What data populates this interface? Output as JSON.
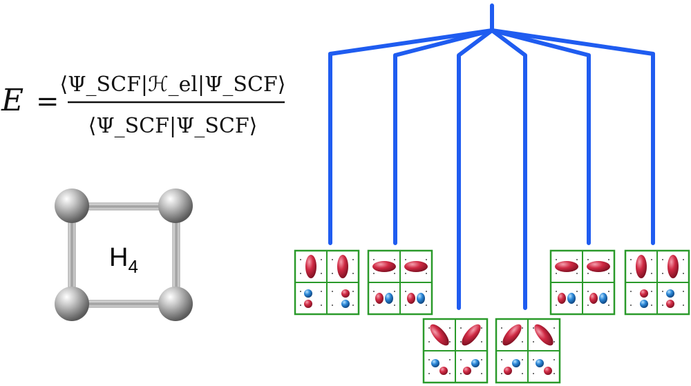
{
  "equation": {
    "lhs": "E",
    "equals": "=",
    "numerator": "⟨Ψ_SCF|ℋ_el|Ψ_SCF⟩",
    "denominator": "⟨Ψ_SCF|Ψ_SCF⟩"
  },
  "molecule": {
    "label": "H",
    "subscript": "4",
    "atom_color": "#a8a8a8"
  },
  "tree": {
    "line_color": "#1f5cf0",
    "panel_border_color": "#2a9a2a",
    "lobe_colors": {
      "red": "#c8243c",
      "blue": "#1e74c8"
    }
  },
  "panels": [
    {
      "id": "p1",
      "cells": [
        "v",
        "v",
        "rb",
        "br"
      ]
    },
    {
      "id": "p2",
      "cells": [
        "h",
        "h",
        "pair",
        "pair"
      ]
    },
    {
      "id": "p3",
      "cells": [
        "d1",
        "d2",
        "bluered",
        "redblue"
      ]
    },
    {
      "id": "p4",
      "cells": [
        "d2",
        "d1",
        "redblue",
        "bluered"
      ]
    },
    {
      "id": "p5",
      "cells": [
        "h",
        "h",
        "pair",
        "pair"
      ]
    },
    {
      "id": "p6",
      "cells": [
        "v",
        "v",
        "br",
        "rb"
      ]
    }
  ]
}
